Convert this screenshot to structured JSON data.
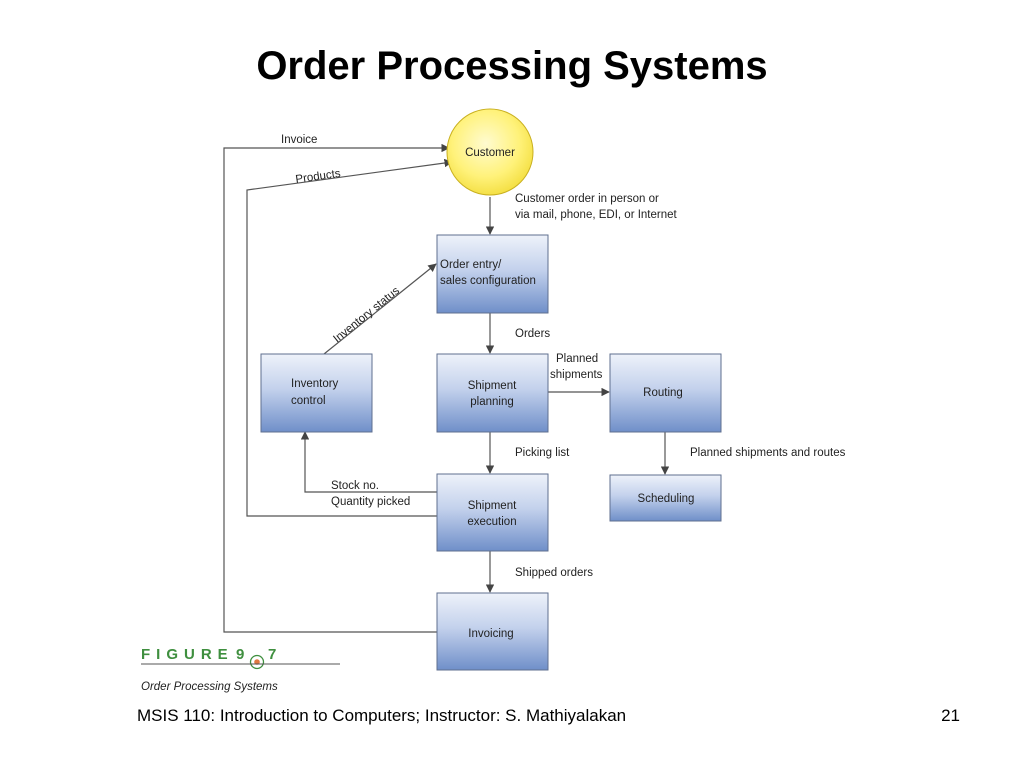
{
  "title": "Order Processing Systems",
  "nodes": {
    "customer": "Customer",
    "order_entry": [
      "Order entry/",
      "sales configuration"
    ],
    "inventory_control": [
      "Inventory",
      "control"
    ],
    "shipment_planning": [
      "Shipment",
      "planning"
    ],
    "routing": "Routing",
    "shipment_execution": [
      "Shipment",
      "execution"
    ],
    "scheduling": "Scheduling",
    "invoicing": "Invoicing"
  },
  "flows": {
    "invoice": "Invoice",
    "products": "Products",
    "customer_order": [
      "Customer order in person or",
      "via mail, phone, EDI, or Internet"
    ],
    "inventory_status": "Inventory status",
    "orders": "Orders",
    "planned_shipments": [
      "Planned",
      "shipments"
    ],
    "picking_list": "Picking list",
    "planned_shipments_routes": "Planned shipments and routes",
    "stock_qty": [
      "Stock no.",
      "Quantity picked"
    ],
    "shipped_orders": "Shipped orders"
  },
  "figure": {
    "word": "FIGURE",
    "chapter": "9",
    "number": "7",
    "caption": "Order Processing Systems"
  },
  "footer": {
    "course": "MSIS 110:  Introduction to Computers;  Instructor: S. Mathiyalakan",
    "page": "21"
  },
  "colors": {
    "box_top": "#e8eef8",
    "box_bottom": "#6f8fc9",
    "box_border": "#5f6f8f",
    "customer_fill": "#fff27a",
    "line": "#555555",
    "figure_green": "#3f8f3f",
    "figure_dot": "#e07840"
  }
}
